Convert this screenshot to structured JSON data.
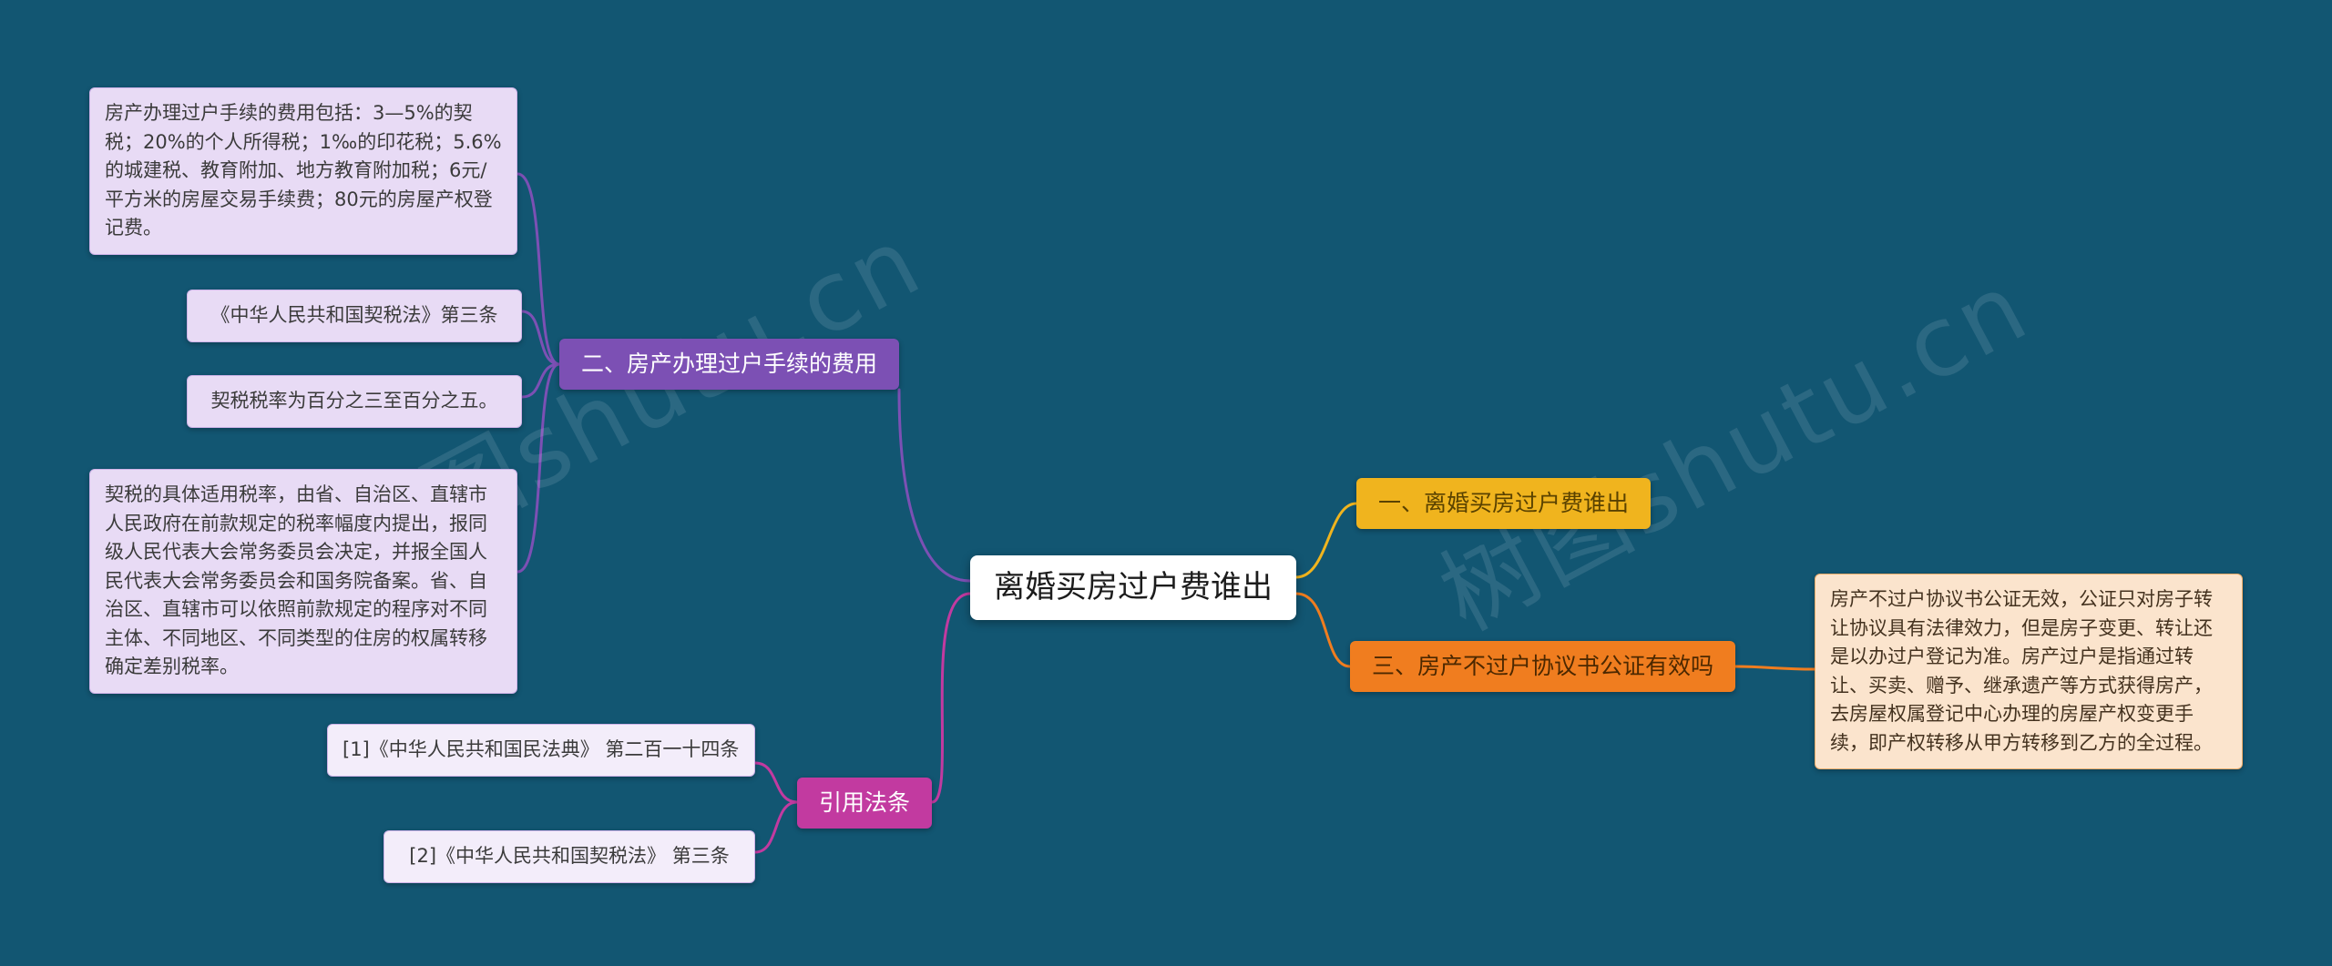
{
  "watermark": {
    "text": "树图shutu.cn"
  },
  "root": {
    "label": "离婚买房过户费谁出"
  },
  "branches": {
    "fee": {
      "label": "二、房产办理过户手续的费用",
      "children": [
        {
          "text": "房产办理过户手续的费用包括：3—5%的契税；20%的个人所得税；1‰的印花税；5.6%的城建税、教育附加、地方教育附加税；6元/平方米的房屋交易手续费；80元的房屋产权登记费。"
        },
        {
          "text": "《中华人民共和国契税法》第三条"
        },
        {
          "text": "契税税率为百分之三至百分之五。"
        },
        {
          "text": "契税的具体适用税率，由省、自治区、直辖市人民政府在前款规定的税率幅度内提出，报同级人民代表大会常务委员会决定，并报全国人民代表大会常务委员会和国务院备案。省、自治区、直辖市可以依照前款规定的程序对不同主体、不同地区、不同类型的住房的权属转移确定差别税率。"
        }
      ]
    },
    "who_pays": {
      "label": "一、离婚买房过户费谁出"
    },
    "notary": {
      "label": "三、房产不过户协议书公证有效吗",
      "detail": "房产不过户协议书公证无效，公证只对房子转让协议具有法律效力，但是房子变更、转让还是以办过户登记为准。房产过户是指通过转让、买卖、赠予、继承遗产等方式获得房产，去房屋权属登记中心办理的房屋产权变更手续，即产权转移从甲方转移到乙方的全过程。"
    },
    "citations": {
      "label": "引用法条",
      "items": [
        {
          "text": "[1]《中华人民共和国民法典》 第二百一十四条"
        },
        {
          "text": "[2]《中华人民共和国契税法》 第三条"
        }
      ]
    }
  },
  "colors": {
    "bg": "#125672",
    "purple": "#7C50B4",
    "magenta": "#C23AA0",
    "yellow": "#F0B41E",
    "orange": "#F07D1F",
    "leaf-bg": "#E8DBF5",
    "peach-bg": "#FBE4CD"
  }
}
